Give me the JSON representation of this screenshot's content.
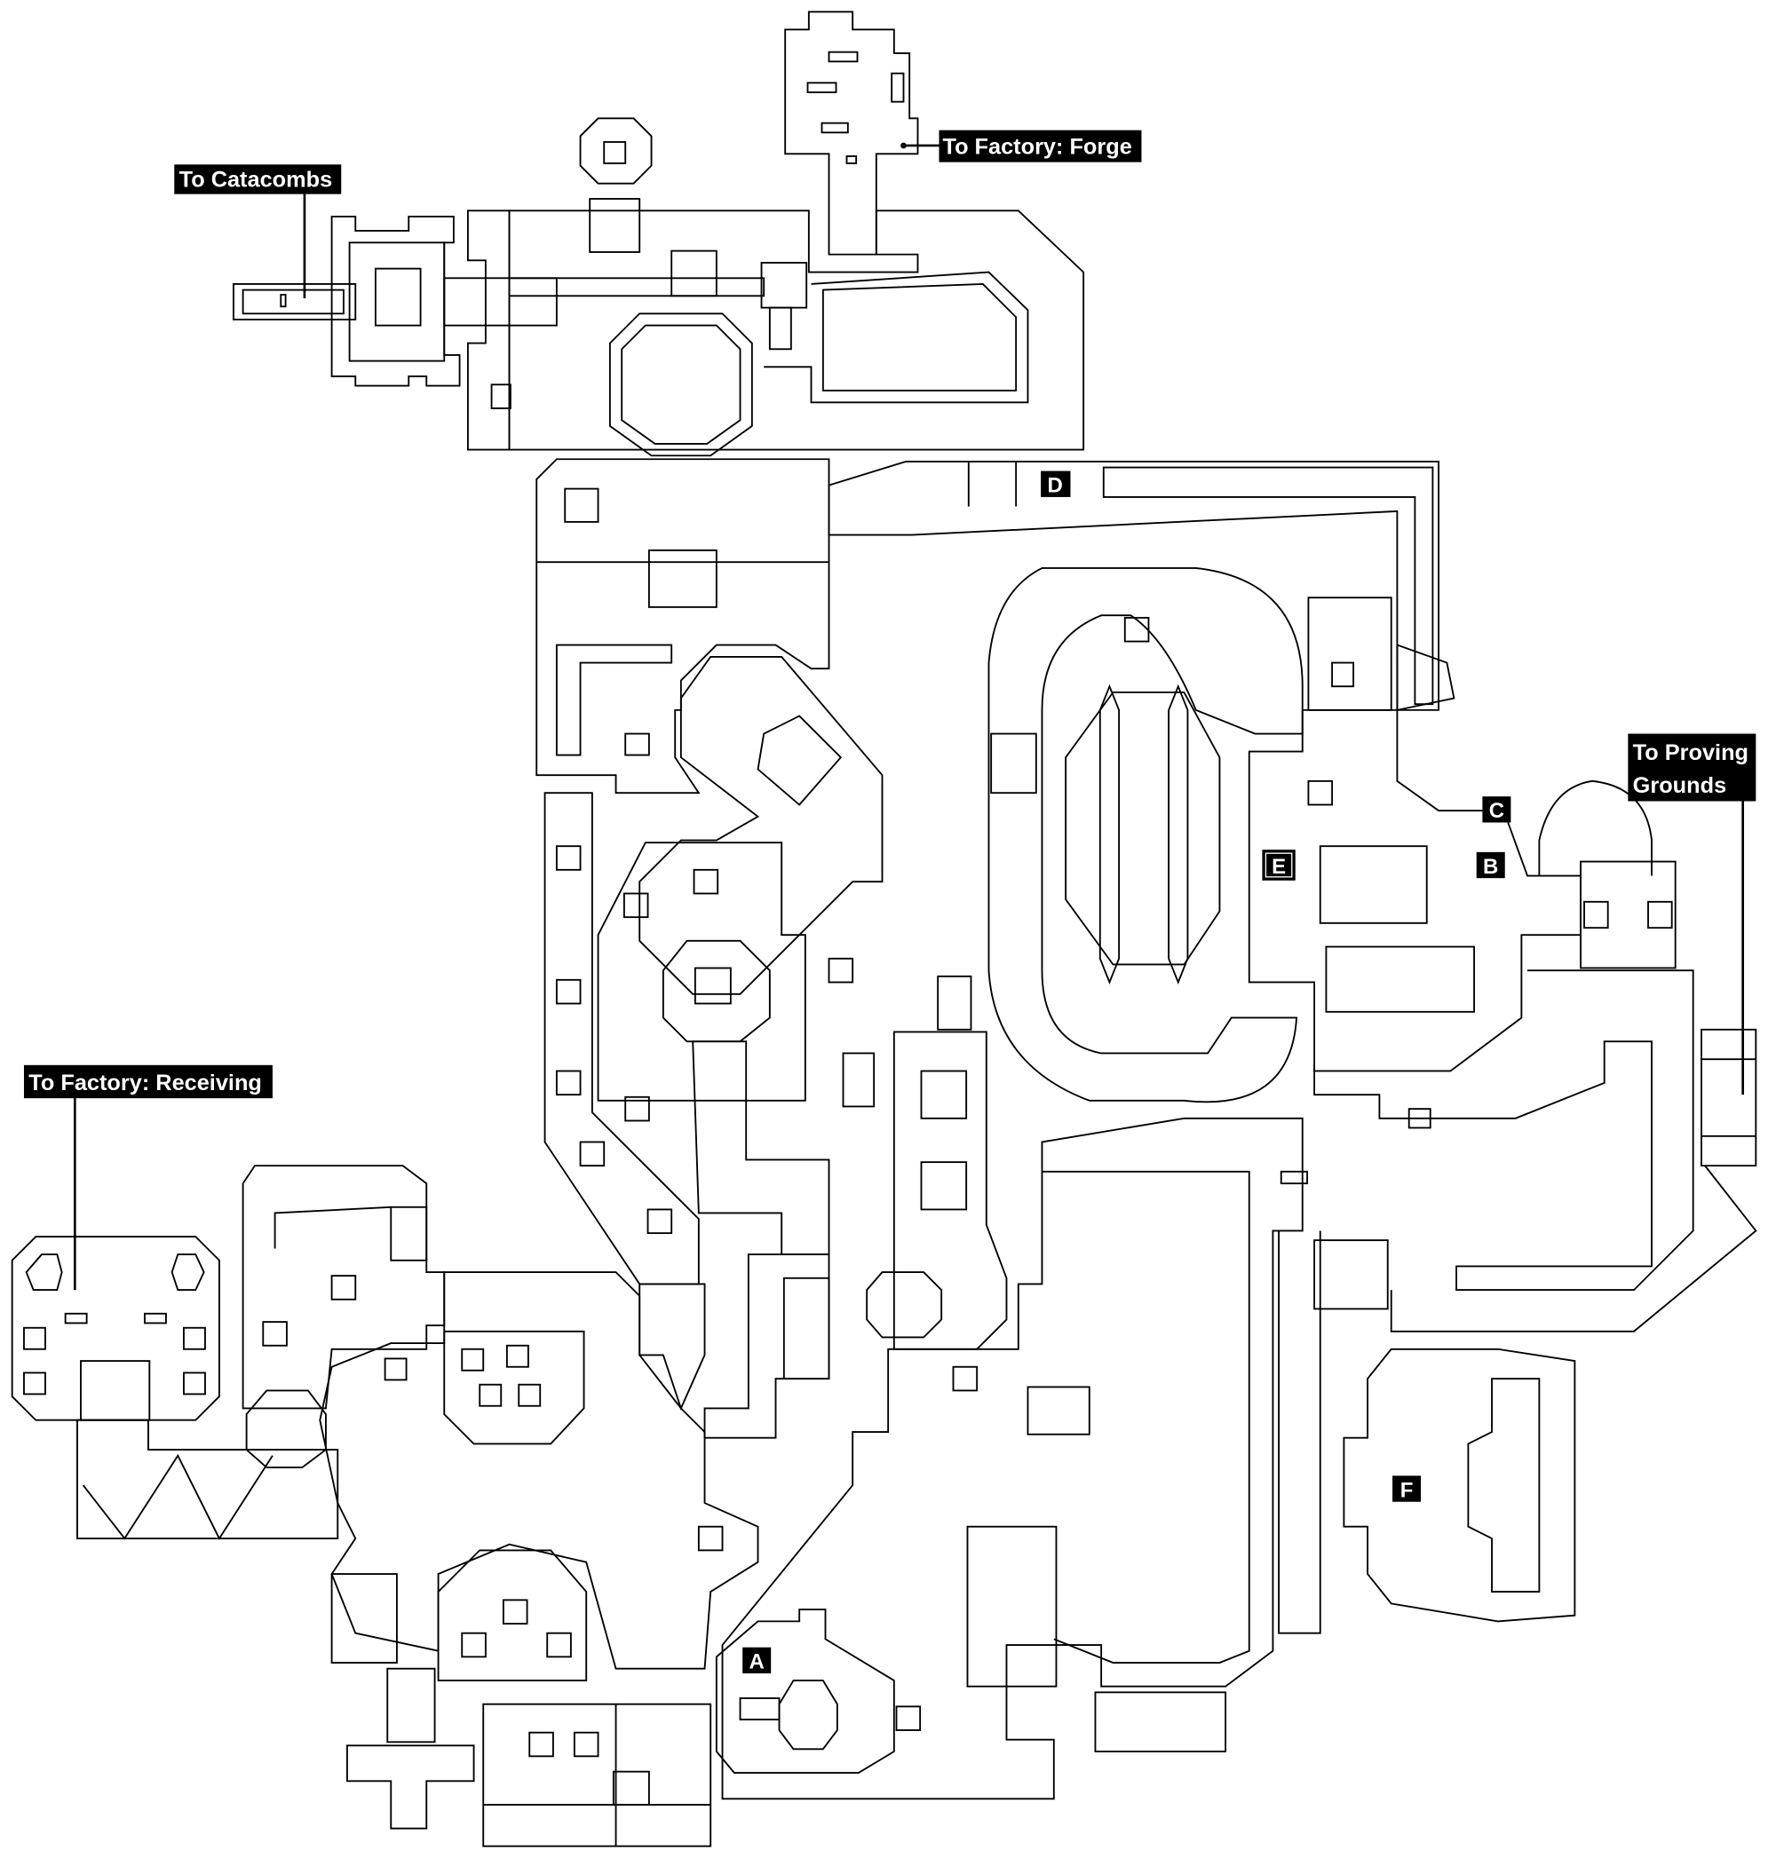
{
  "map": {
    "exits": {
      "catacombs": "To Catacombs",
      "forge": "To Factory: Forge",
      "proving_line1": "To Proving",
      "proving_line2": "Grounds",
      "receiving": "To Factory: Receiving"
    },
    "markers": [
      "A",
      "B",
      "C",
      "D",
      "E",
      "F"
    ],
    "colors": {
      "walls": "#000000",
      "background": "#ffffff",
      "label_bg": "#000000",
      "label_text": "#ffffff"
    }
  }
}
